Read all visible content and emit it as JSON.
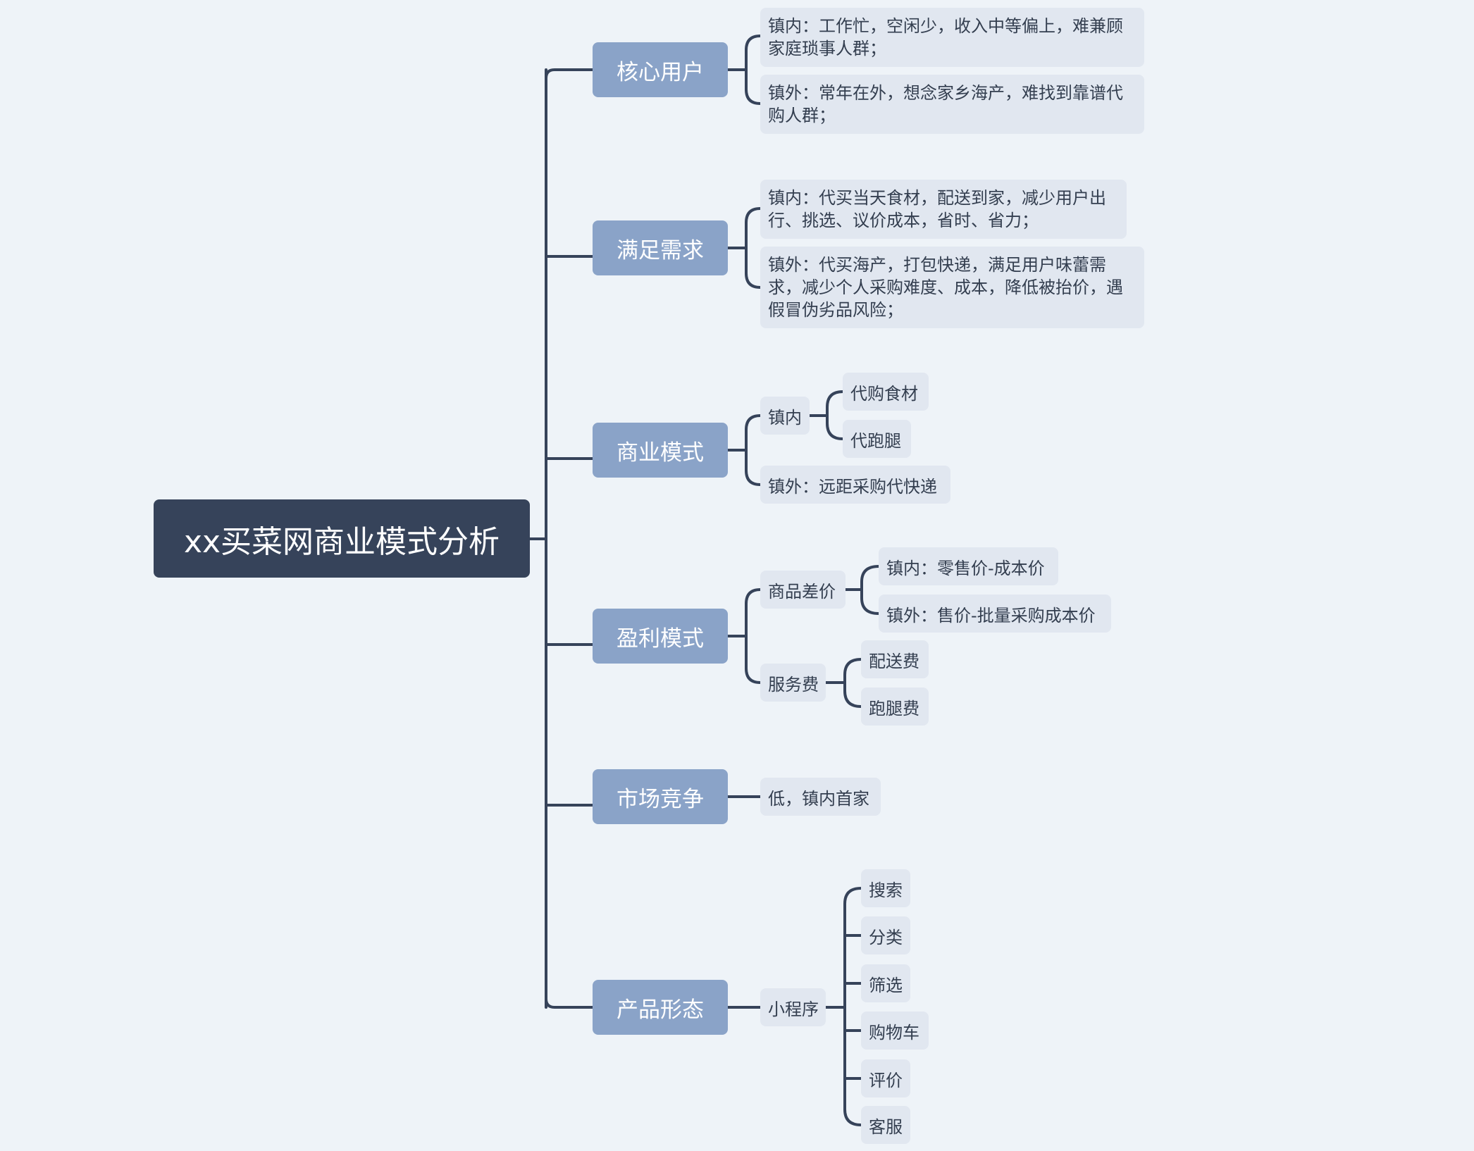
{
  "root": "xx买菜网商业模式分析",
  "core_users": {
    "label": "核心用户",
    "inner": [
      "镇内：工作忙，空闲少，收入中等偏上，难兼顾",
      "家庭琐事人群；"
    ],
    "outer": [
      "镇外：常年在外，想念家乡海产，难找到靠谱代",
      "购人群；"
    ]
  },
  "needs": {
    "label": "满足需求",
    "inner": [
      "镇内：代买当天食材，配送到家，减少用户出",
      "行、挑选、议价成本，省时、省力；"
    ],
    "outer": [
      "镇外：代买海产，打包快递，满足用户味蕾需",
      "求，减少个人采购难度、成本，降低被抬价，遇",
      "假冒伪劣品风险；"
    ]
  },
  "business": {
    "label": "商业模式",
    "inner": {
      "label": "镇内",
      "children": [
        "代购食材",
        "代跑腿"
      ]
    },
    "outer": "镇外：远距采购代快递"
  },
  "profit": {
    "label": "盈利模式",
    "margin": {
      "label": "商品差价",
      "children": [
        "镇内：零售价-成本价",
        "镇外：售价-批量采购成本价"
      ]
    },
    "service": {
      "label": "服务费",
      "children": [
        "配送费",
        "跑腿费"
      ]
    }
  },
  "market": {
    "label": "市场竞争",
    "child": "低，镇内首家"
  },
  "product": {
    "label": "产品形态",
    "mini": {
      "label": "小程序",
      "children": [
        "搜索",
        "分类",
        "筛选",
        "购物车",
        "评价",
        "客服"
      ]
    }
  },
  "colors": {
    "root": "#36435a",
    "main": "#8aa3c8",
    "leaf": "#e1e7f0",
    "line": "#36435a",
    "background": "#eef3f8"
  }
}
